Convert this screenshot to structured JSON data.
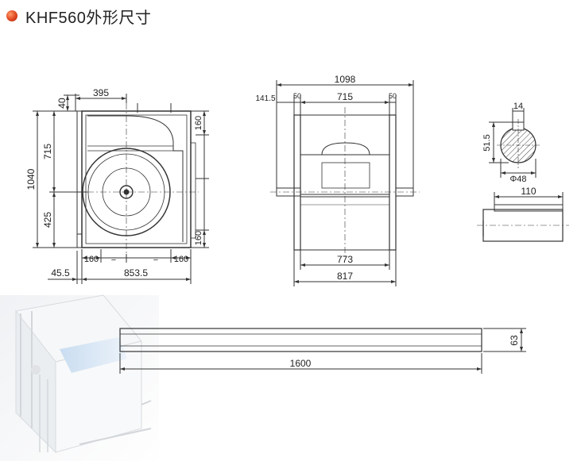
{
  "title": "KHF560外形尺寸",
  "dims": {
    "front": {
      "top_width": "395",
      "top_offset": "40",
      "height_total": "1040",
      "upper": "715",
      "lower": "425",
      "right_top": "160",
      "right_bottom": "160",
      "bottom_left": "160",
      "bottom_right": "160",
      "eq_a": "=",
      "eq_b": "=",
      "side_offset": "45.5",
      "base_width": "853.5"
    },
    "side": {
      "overall": "1098",
      "shaft_ext": "141.5",
      "flange_left": "50",
      "inner": "715",
      "flange_right": "50",
      "lower_inner": "773",
      "lower_outer": "817"
    },
    "shaft": {
      "key_width": "14",
      "key_height": "51.5",
      "diameter": "Φ48",
      "length": "110"
    },
    "base_rail": {
      "length": "1600",
      "height": "63"
    }
  }
}
